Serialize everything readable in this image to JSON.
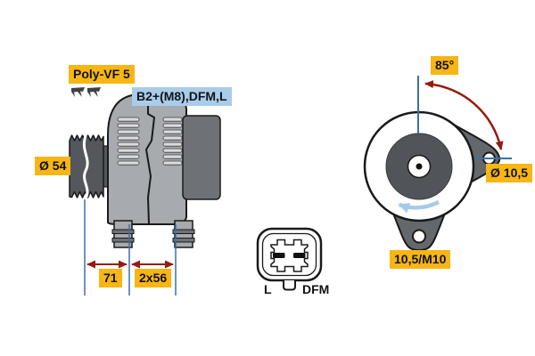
{
  "page": {
    "background": "#ffffff",
    "description_visible_views": 3
  },
  "colors": {
    "label_yellow_bg": "#F7B614",
    "label_blue_bg": "#A9CCE9",
    "dimension_line_blue": "#3A6FA8",
    "dimension_arrow_red": "#971B10",
    "rotation_arrow_blue": "#A5CBE8",
    "housing_gray": "#A7AAAE",
    "vent_slot_gray": "#D9DBDD",
    "dark_metal_gray": "#54575B",
    "rear_cover_gray": "#6E7175",
    "outline_black": "#1A1A1A"
  },
  "side_view": {
    "belt_type_label": "Poly-VF 5",
    "terminal_label": "B2+(M8),DFM,L",
    "pulley_diameter_label": "Ø 54",
    "dimension_labels": {
      "pulley_to_foot": "71",
      "foot_spacing": "2x56"
    }
  },
  "connector_view": {
    "pin_left_label": "L",
    "pin_right_label": "DFM"
  },
  "front_view": {
    "angle_label": "85°",
    "lug_hole_label": "Ø 10,5",
    "mount_thread_label": "10,5/M10"
  }
}
